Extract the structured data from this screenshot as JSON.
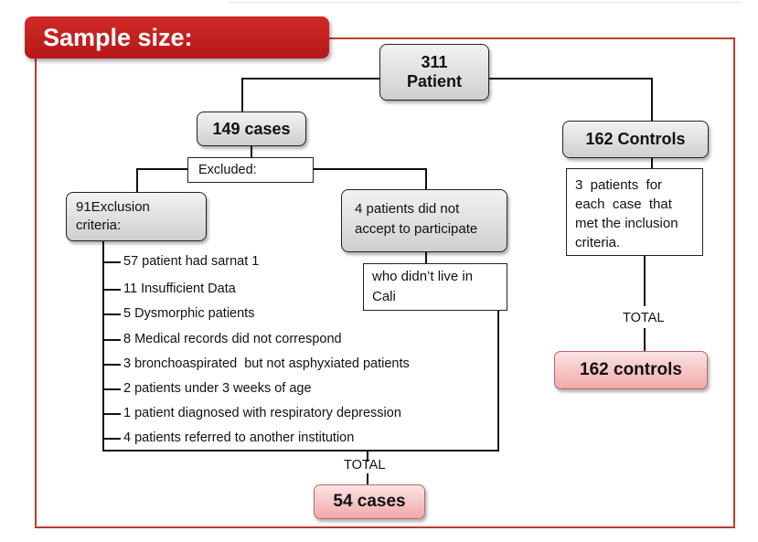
{
  "title": "Sample size:",
  "root": {
    "line1": "311",
    "line2": "Patient"
  },
  "cases_node": "149 cases",
  "controls_node": "162 Controls",
  "excluded_label": "Excluded:",
  "exclusion_criteria": {
    "line1": "91Exclusion",
    "line2": "criteria:"
  },
  "exclusion_items": [
    "57 patient had sarnat 1",
    "11 Insufficient Data",
    "5 Dysmorphic patients",
    "8 Medical records did not correspond",
    "3 bronchoaspirated  but not asphyxiated patients",
    "2 patients under 3 weeks of age",
    "1 patient diagnosed with respiratory depression",
    "4 patients referred to another institution"
  ],
  "did_not_accept": {
    "line1": "4 patients did not",
    "line2": "accept to participate"
  },
  "not_in_cali": {
    "line1": "who didn’t live in",
    "line2": "Cali"
  },
  "controls_criteria": {
    "line1": "3  patients  for",
    "line2": "each  case  that",
    "line3": "met the inclusion",
    "line4": "criteria."
  },
  "total_controls_label": "TOTAL",
  "total_controls_value": "162 controls",
  "total_cases_label": "TOTAL",
  "total_cases_value": "54 cases",
  "colors": {
    "accent_red": "#c0392b",
    "banner_red": "#c41f1f",
    "result_pink": "#f4b4b4",
    "node_gray": "#d9d9d9"
  }
}
